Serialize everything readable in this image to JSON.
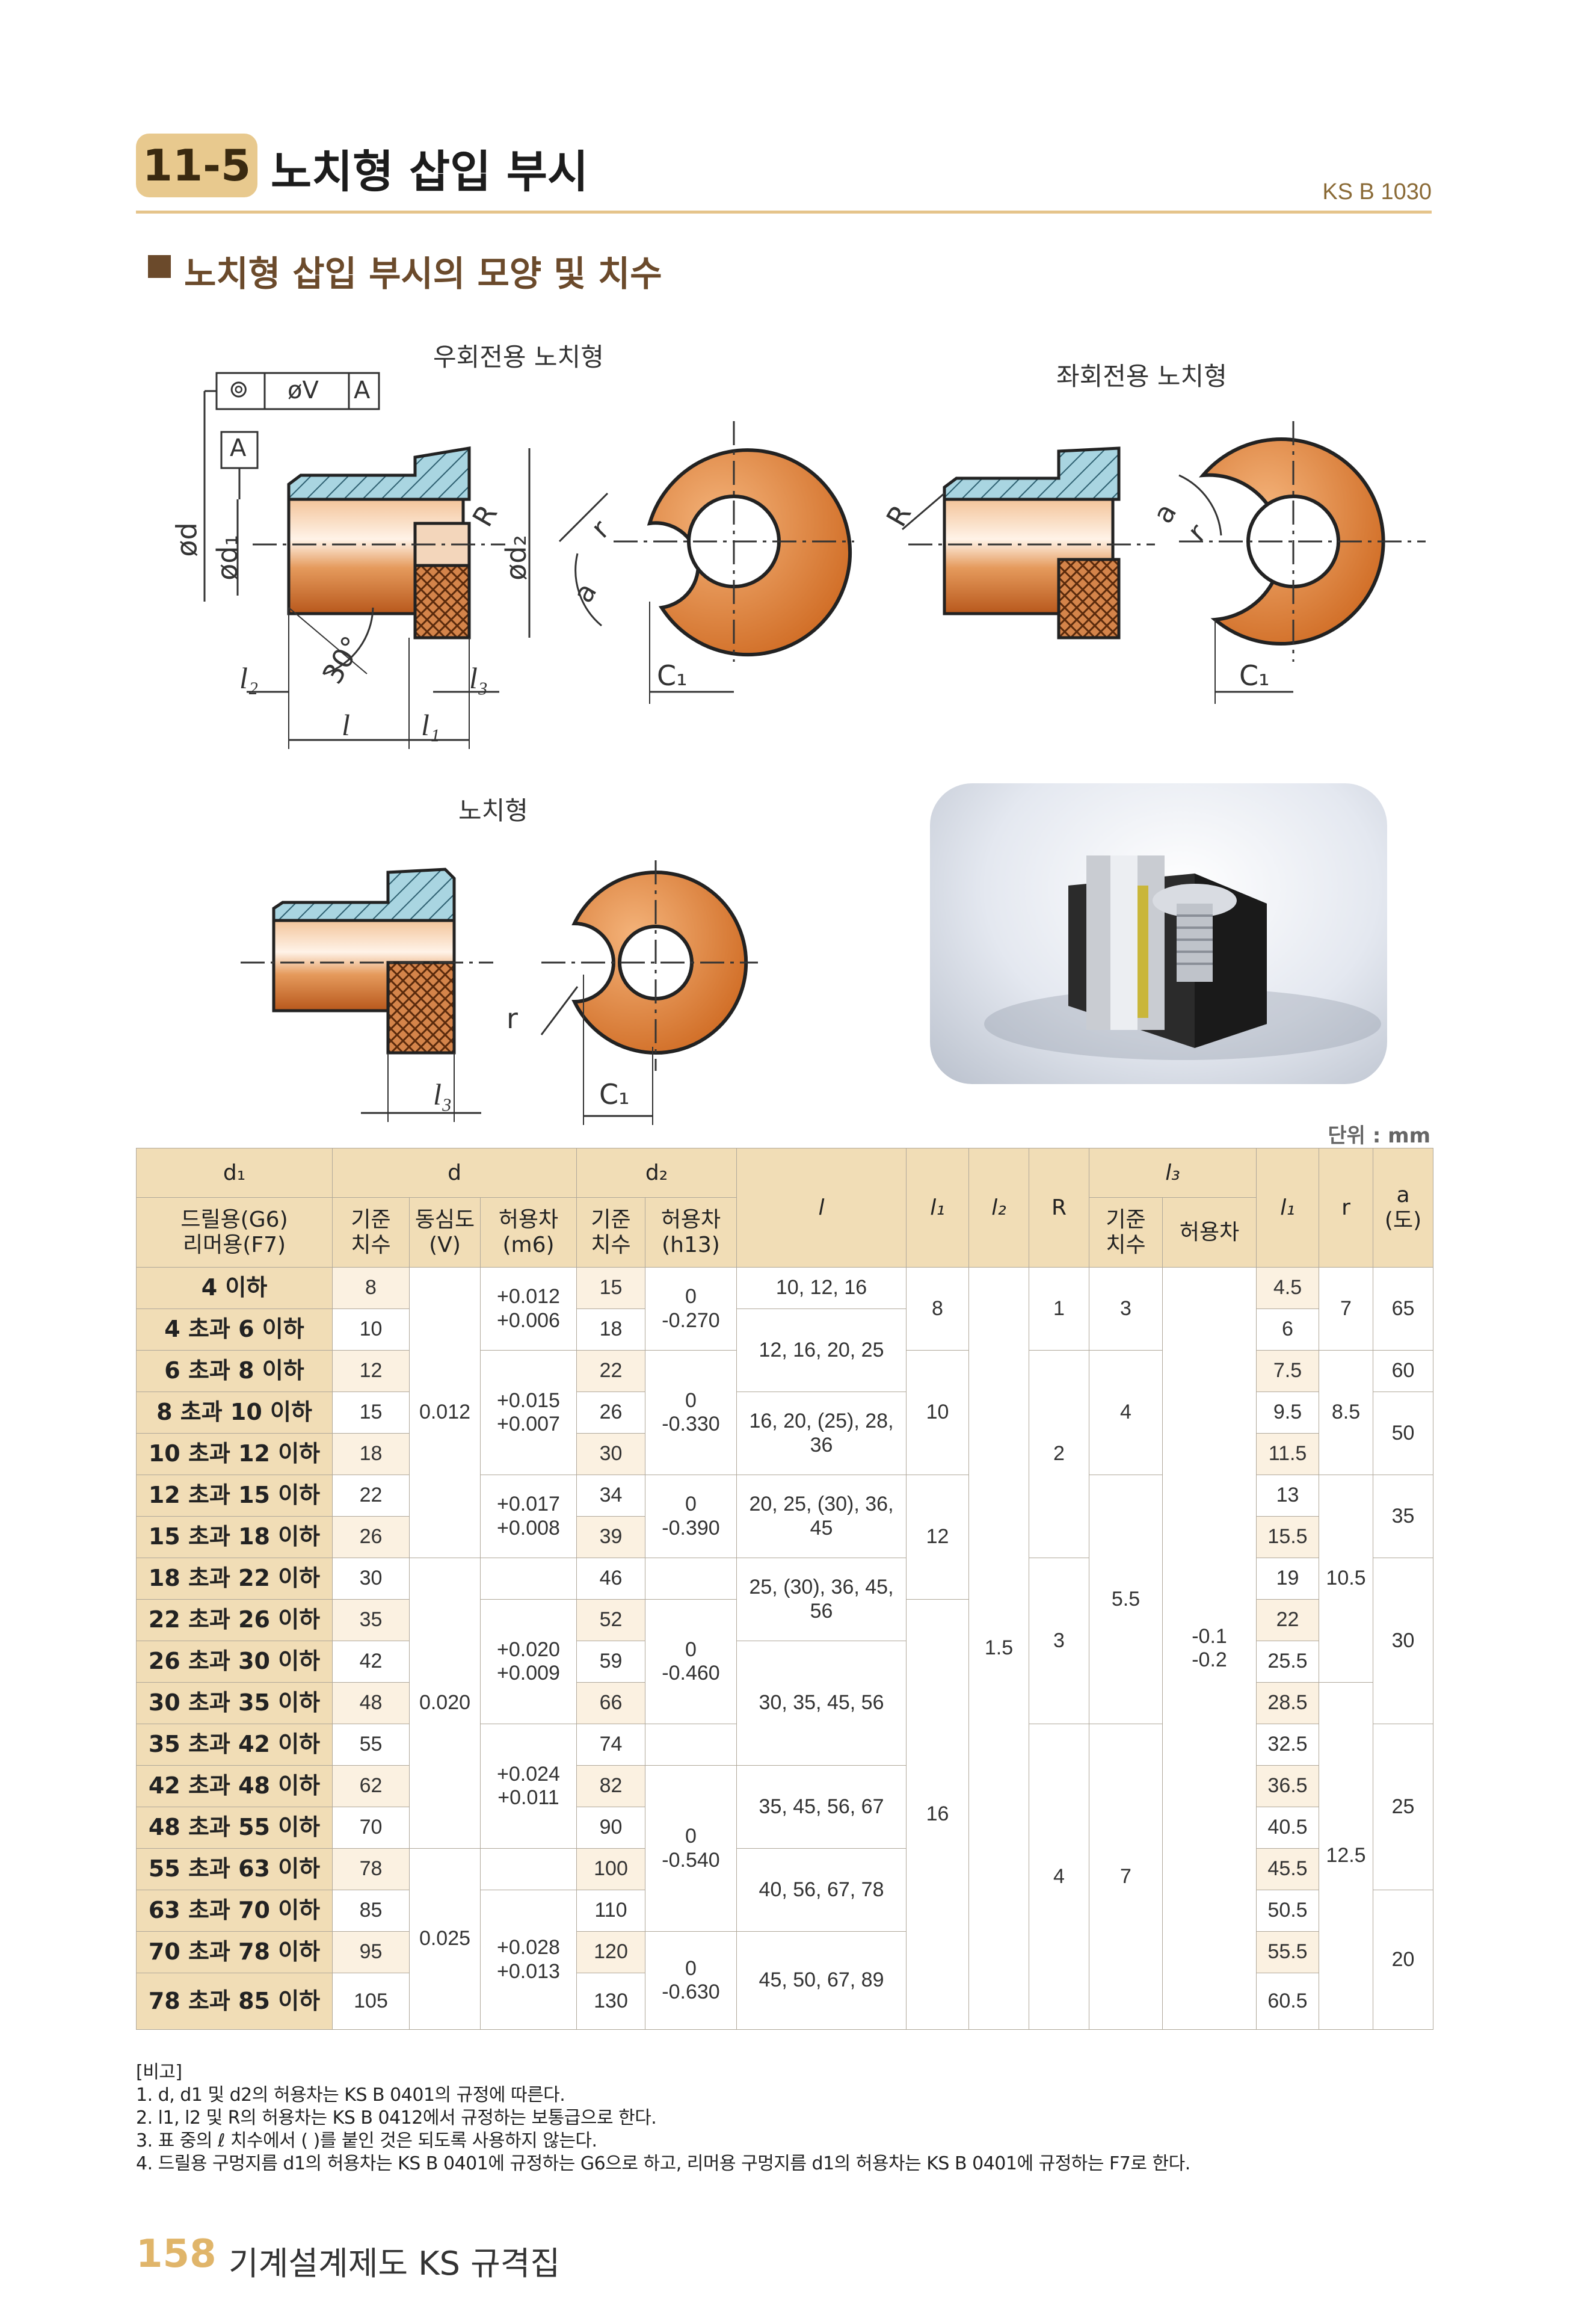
{
  "header": {
    "section_number": "11-5",
    "section_title": "노치형 삽입 부시",
    "standard_code": "KS B 1030",
    "subsection_title": "노치형 삽입 부시의 모양 및 치수"
  },
  "figures": {
    "right_rotation_label": "우회전용 노치형",
    "left_rotation_label": "좌회전용 노치형",
    "notched_label": "노치형",
    "geometric_tolerance": [
      "⊚",
      "øV",
      "A"
    ],
    "datum": "A",
    "dim_d": "ød",
    "dim_d1": "ød₁",
    "dim_d2": "ød₂",
    "dim_R": "R",
    "dim_r": "r",
    "dim_a": "a",
    "dim_angle": "30°",
    "dim_l2": "l₂",
    "dim_l3": "l₃",
    "dim_l": "l",
    "dim_l1": "l₁",
    "dim_C1": "C₁"
  },
  "unit_label": "단위 : mm",
  "table": {
    "headers": {
      "d1": "d₁",
      "d": "d",
      "d2": "d₂",
      "l": "l",
      "l1": "l₁",
      "l2": "l₂",
      "R": "R",
      "l3": "l₃",
      "l1b": "l₁",
      "r": "r",
      "a": "a\n(도)",
      "drill": "드릴용(G6)\n리머용(F7)",
      "d_basic": "기준\n치수",
      "d_concentric": "동심도\n(V)",
      "d_tol": "허용차\n(m6)",
      "d2_basic": "기준\n치수",
      "d2_tol": "허용차\n(h13)",
      "l3_basic": "기준\n치수",
      "l3_tol": "허용차"
    },
    "d1_ranges": [
      "4 이하",
      "4 초과 6 이하",
      "6 초과 8 이하",
      "8 초과 10 이하",
      "10 초과 12 이하",
      "12 초과 15 이하",
      "15 초과 18 이하",
      "18 초과 22 이하",
      "22 초과 26 이하",
      "26 초과 30 이하",
      "30 초과 35 이하",
      "35 초과 42 이하",
      "42 초과 48 이하",
      "48 초과 55 이하",
      "55 초과 63 이하",
      "63 초과 70 이하",
      "70 초과 78 이하",
      "78 초과 85 이하"
    ],
    "d_basic": [
      "8",
      "10",
      "12",
      "15",
      "18",
      "22",
      "26",
      "30",
      "35",
      "42",
      "48",
      "55",
      "62",
      "70",
      "78",
      "85",
      "95",
      "105"
    ],
    "concentricity": [
      "0.012",
      "0.020",
      "0.025"
    ],
    "d_tol": [
      [
        "+0.012",
        "+0.006"
      ],
      [
        "+0.015",
        "+0.007"
      ],
      [
        "+0.017",
        "+0.008"
      ],
      [
        "+0.020",
        "+0.009"
      ],
      [
        "+0.024",
        "+0.011"
      ],
      [
        "+0.028",
        "+0.013"
      ]
    ],
    "d2_basic": [
      "15",
      "18",
      "22",
      "26",
      "30",
      "34",
      "39",
      "46",
      "52",
      "59",
      "66",
      "74",
      "82",
      "90",
      "100",
      "110",
      "120",
      "130"
    ],
    "d2_tol": [
      [
        "0",
        "-0.270"
      ],
      [
        "0",
        "-0.330"
      ],
      [
        "0",
        "-0.390"
      ],
      [
        "0",
        "-0.460"
      ],
      [
        "0",
        "-0.540"
      ],
      [
        "0",
        "-0.630"
      ]
    ],
    "l_values": [
      "10, 12, 16",
      "12, 16, 20, 25",
      "16, 20, (25), 28, 36",
      "20, 25, (30), 36, 45",
      "25, (30), 36, 45, 56",
      "30, 35, 45, 56",
      "35, 45, 56, 67",
      "40, 56, 67, 78",
      "45, 50, 67, 89"
    ],
    "l1_values": [
      "8",
      "10",
      "12",
      "16"
    ],
    "l2_value": "1.5",
    "R_values": [
      "1",
      "2",
      "3",
      "4"
    ],
    "l3_basic": [
      "3",
      "4",
      "5.5",
      "7"
    ],
    "l3_tol": [
      "-0.1",
      "-0.2"
    ],
    "l1b_values": [
      "4.5",
      "6",
      "7.5",
      "9.5",
      "11.5",
      "13",
      "15.5",
      "19",
      "22",
      "25.5",
      "28.5",
      "32.5",
      "36.5",
      "40.5",
      "45.5",
      "50.5",
      "55.5",
      "60.5"
    ],
    "r_values": [
      "7",
      "8.5",
      "10.5",
      "12.5"
    ],
    "a_values": [
      "65",
      "60",
      "50",
      "35",
      "30",
      "25",
      "20"
    ]
  },
  "notes": {
    "title": "[비고]",
    "items": [
      "1. d, d1 및 d2의 허용차는 KS B 0401의 규정에 따른다.",
      "2. l1, l2 및 R의 허용차는 KS B 0412에서 규정하는 보통급으로 한다.",
      "3. 표 중의 ℓ 치수에서 ( )를 붙인 것은 되도록 사용하지 않는다.",
      "4. 드릴용 구멍지름 d1의 허용차는 KS B 0401에 규정하는 G6으로 하고, 리머용 구멍지름 d1의 허용차는 KS B 0401에 규정하는 F7로 한다."
    ]
  },
  "footer": {
    "page_number": "158",
    "book_title": "기계설계제도 KS 규격집"
  },
  "colors": {
    "badge": "#e8c98e",
    "header_line": "#e5c48b",
    "table_header": "#f1ddb6",
    "bushing_orange": "#d9762f",
    "hatch_blue": "#8fc4d4",
    "subtitle_brown": "#6b4a2b"
  }
}
